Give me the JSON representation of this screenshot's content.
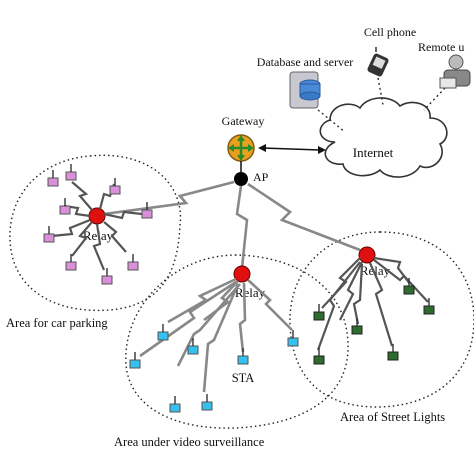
{
  "labels": {
    "cell_phone": "Cell phone",
    "database_server": "Database and server",
    "remote_user": "Remote u",
    "internet": "Internet",
    "gateway": "Gateway",
    "ap": "AP",
    "relay_left": "Relay",
    "relay_center": "Relay",
    "relay_right": "Relay",
    "sta": "STA",
    "area_parking": "Area for car parking",
    "area_video": "Area under video surveillance",
    "area_lights": "Area of Street Lights"
  },
  "colors": {
    "relay": "#e01010",
    "ap": "#000000",
    "gateway_fill": "#e8a020",
    "gateway_arrows": "#2a8a2a",
    "parking_sta": "#d98fd9",
    "video_sta": "#35c0f0",
    "lights_sta": "#2e6b2e"
  },
  "icons": {
    "server": "database-server-icon",
    "phone": "cell-phone-icon",
    "user": "remote-user-icon"
  }
}
